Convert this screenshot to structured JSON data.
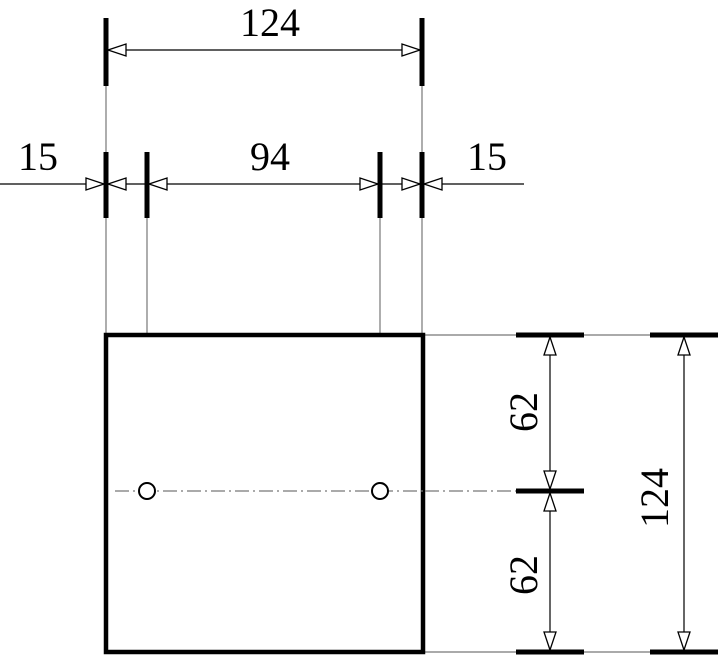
{
  "dimensions": {
    "overall_width": "124",
    "left_edge_offset": "15",
    "hole_spacing": "94",
    "right_edge_offset": "15",
    "upper_half_height": "62",
    "lower_half_height": "62",
    "overall_height": "124"
  }
}
